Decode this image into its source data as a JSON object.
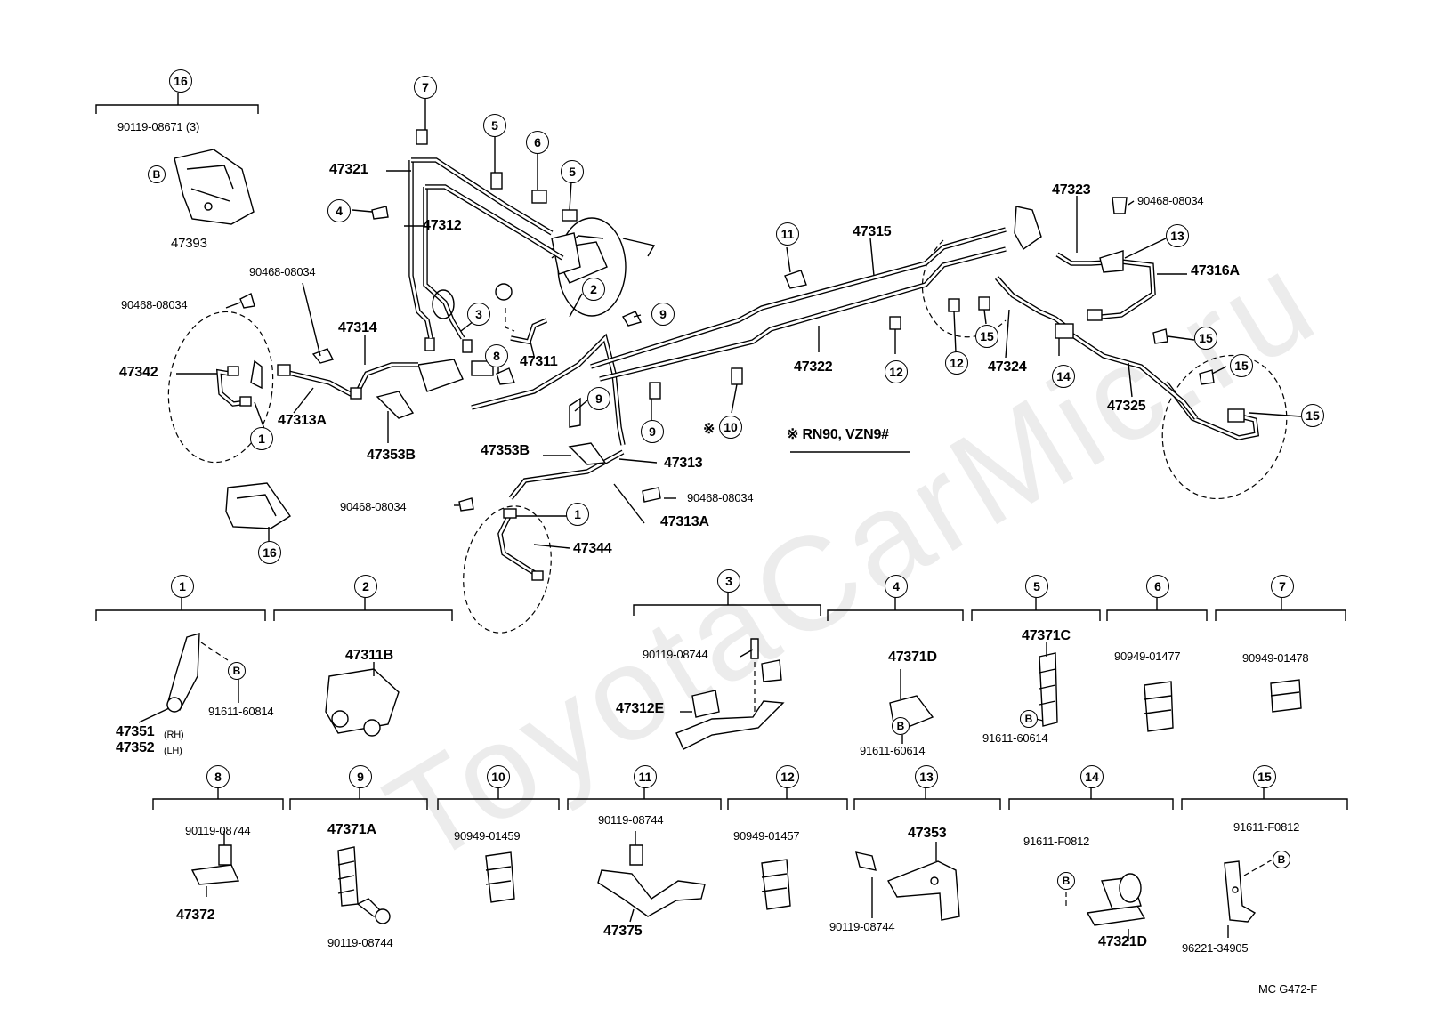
{
  "watermark": "ToyotaCarMic.ru",
  "diagram_code": "MC  G472-F",
  "note": "※ RN90, VZN9#",
  "callouts": {
    "c1": "1",
    "c2": "2",
    "c3": "3",
    "c4": "4",
    "c5": "5",
    "c6": "6",
    "c7": "7",
    "c8": "8",
    "c9": "9",
    "c10": "10",
    "c11": "11",
    "c12": "12",
    "c13": "13",
    "c14": "14",
    "c15": "15",
    "c16": "16",
    "mark10": "※",
    "bolt": "B"
  },
  "main_labels": {
    "p90119_08671": "90119-08671 (3)",
    "p47393": "47393",
    "p47321": "47321",
    "p47312": "47312",
    "p90468_a": "90468-08034",
    "p90468_b": "90468-08034",
    "p47314": "47314",
    "p47342": "47342",
    "p47313A_l": "47313A",
    "p47353B_l": "47353B",
    "p47311": "47311",
    "p47353B_c": "47353B",
    "p47313": "47313",
    "p90468_c": "90468-08034",
    "p90468_d": "90468-08034",
    "p47313A_c": "47313A",
    "p47344": "47344",
    "p47315": "47315",
    "p47322": "47322",
    "p47323": "47323",
    "p90468_e": "90468-08034",
    "p47316A": "47316A",
    "p47324": "47324",
    "p47325": "47325"
  },
  "detail_labels": {
    "d1_a": "91611-60814",
    "d1_b": "47351",
    "d1_b2": "(RH)",
    "d1_c": "47352",
    "d1_c2": "(LH)",
    "d2": "47311B",
    "d3_a": "90119-08744",
    "d3_b": "47312E",
    "d4_a": "47371D",
    "d4_b": "91611-60614",
    "d5_a": "47371C",
    "d5_b": "91611-60614",
    "d6": "90949-01477",
    "d7": "90949-01478",
    "d8_a": "90119-08744",
    "d8_b": "47372",
    "d9_a": "47371A",
    "d9_b": "90119-08744",
    "d10": "90949-01459",
    "d11_a": "90119-08744",
    "d11_b": "47375",
    "d12": "90949-01457",
    "d13_a": "47353",
    "d13_b": "90119-08744",
    "d14_a": "91611-F0812",
    "d14_b": "47321D",
    "d15_a": "91611-F0812",
    "d15_b": "96221-34905"
  }
}
